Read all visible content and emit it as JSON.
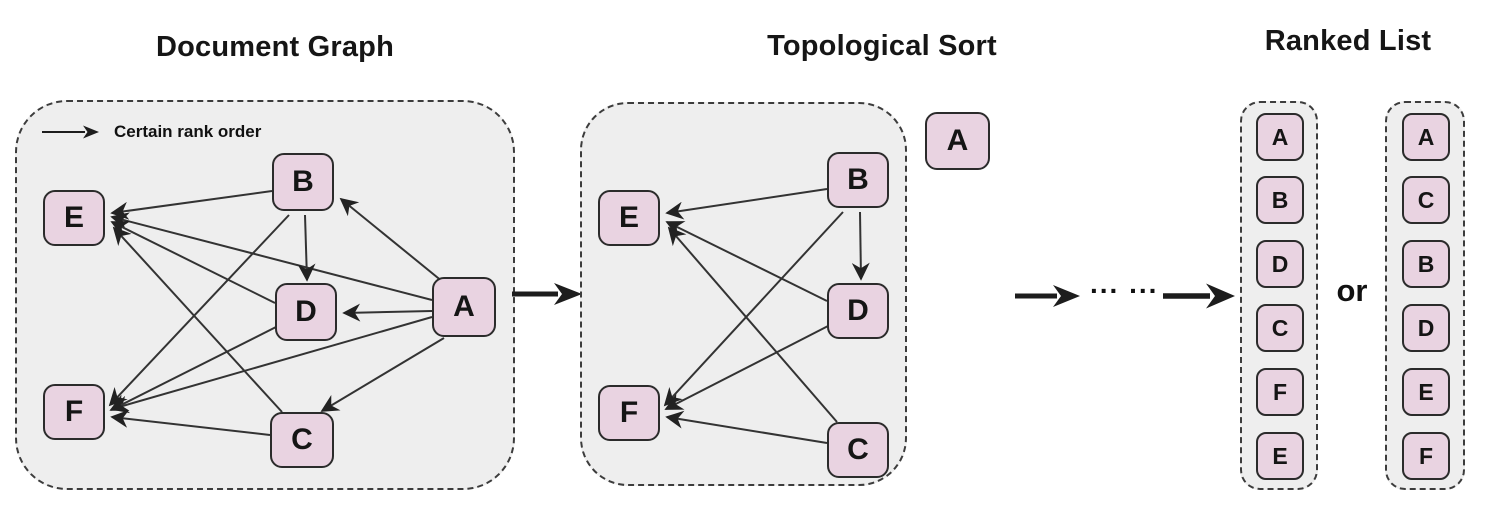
{
  "colors": {
    "panel_fill": "#eeeeee",
    "panel_border": "#3c3c3c",
    "node_fill": "#e9d3e1",
    "node_border": "#2b2b2b",
    "edge": "#333333"
  },
  "document_graph": {
    "title": "Document Graph",
    "legend": {
      "label": "Certain rank order",
      "icon": "right-arrow"
    },
    "nodes": [
      "E",
      "B",
      "D",
      "A",
      "F",
      "C"
    ],
    "edges": [
      [
        "A",
        "B"
      ],
      [
        "A",
        "C"
      ],
      [
        "A",
        "D"
      ],
      [
        "A",
        "E"
      ],
      [
        "A",
        "F"
      ],
      [
        "B",
        "D"
      ],
      [
        "B",
        "E"
      ],
      [
        "B",
        "F"
      ],
      [
        "C",
        "E"
      ],
      [
        "C",
        "F"
      ],
      [
        "D",
        "E"
      ],
      [
        "D",
        "F"
      ]
    ]
  },
  "topological_sort": {
    "title": "Topological Sort",
    "removed_node": "A",
    "nodes": [
      "E",
      "B",
      "D",
      "F",
      "C"
    ],
    "edges": [
      [
        "B",
        "D"
      ],
      [
        "B",
        "E"
      ],
      [
        "B",
        "F"
      ],
      [
        "C",
        "E"
      ],
      [
        "C",
        "F"
      ],
      [
        "D",
        "E"
      ],
      [
        "D",
        "F"
      ]
    ]
  },
  "flow": {
    "dots": "... ..."
  },
  "ranked_list": {
    "title": "Ranked List",
    "separator": "or",
    "list1": [
      "A",
      "B",
      "D",
      "C",
      "F",
      "E"
    ],
    "list2": [
      "A",
      "C",
      "B",
      "D",
      "E",
      "F"
    ]
  }
}
